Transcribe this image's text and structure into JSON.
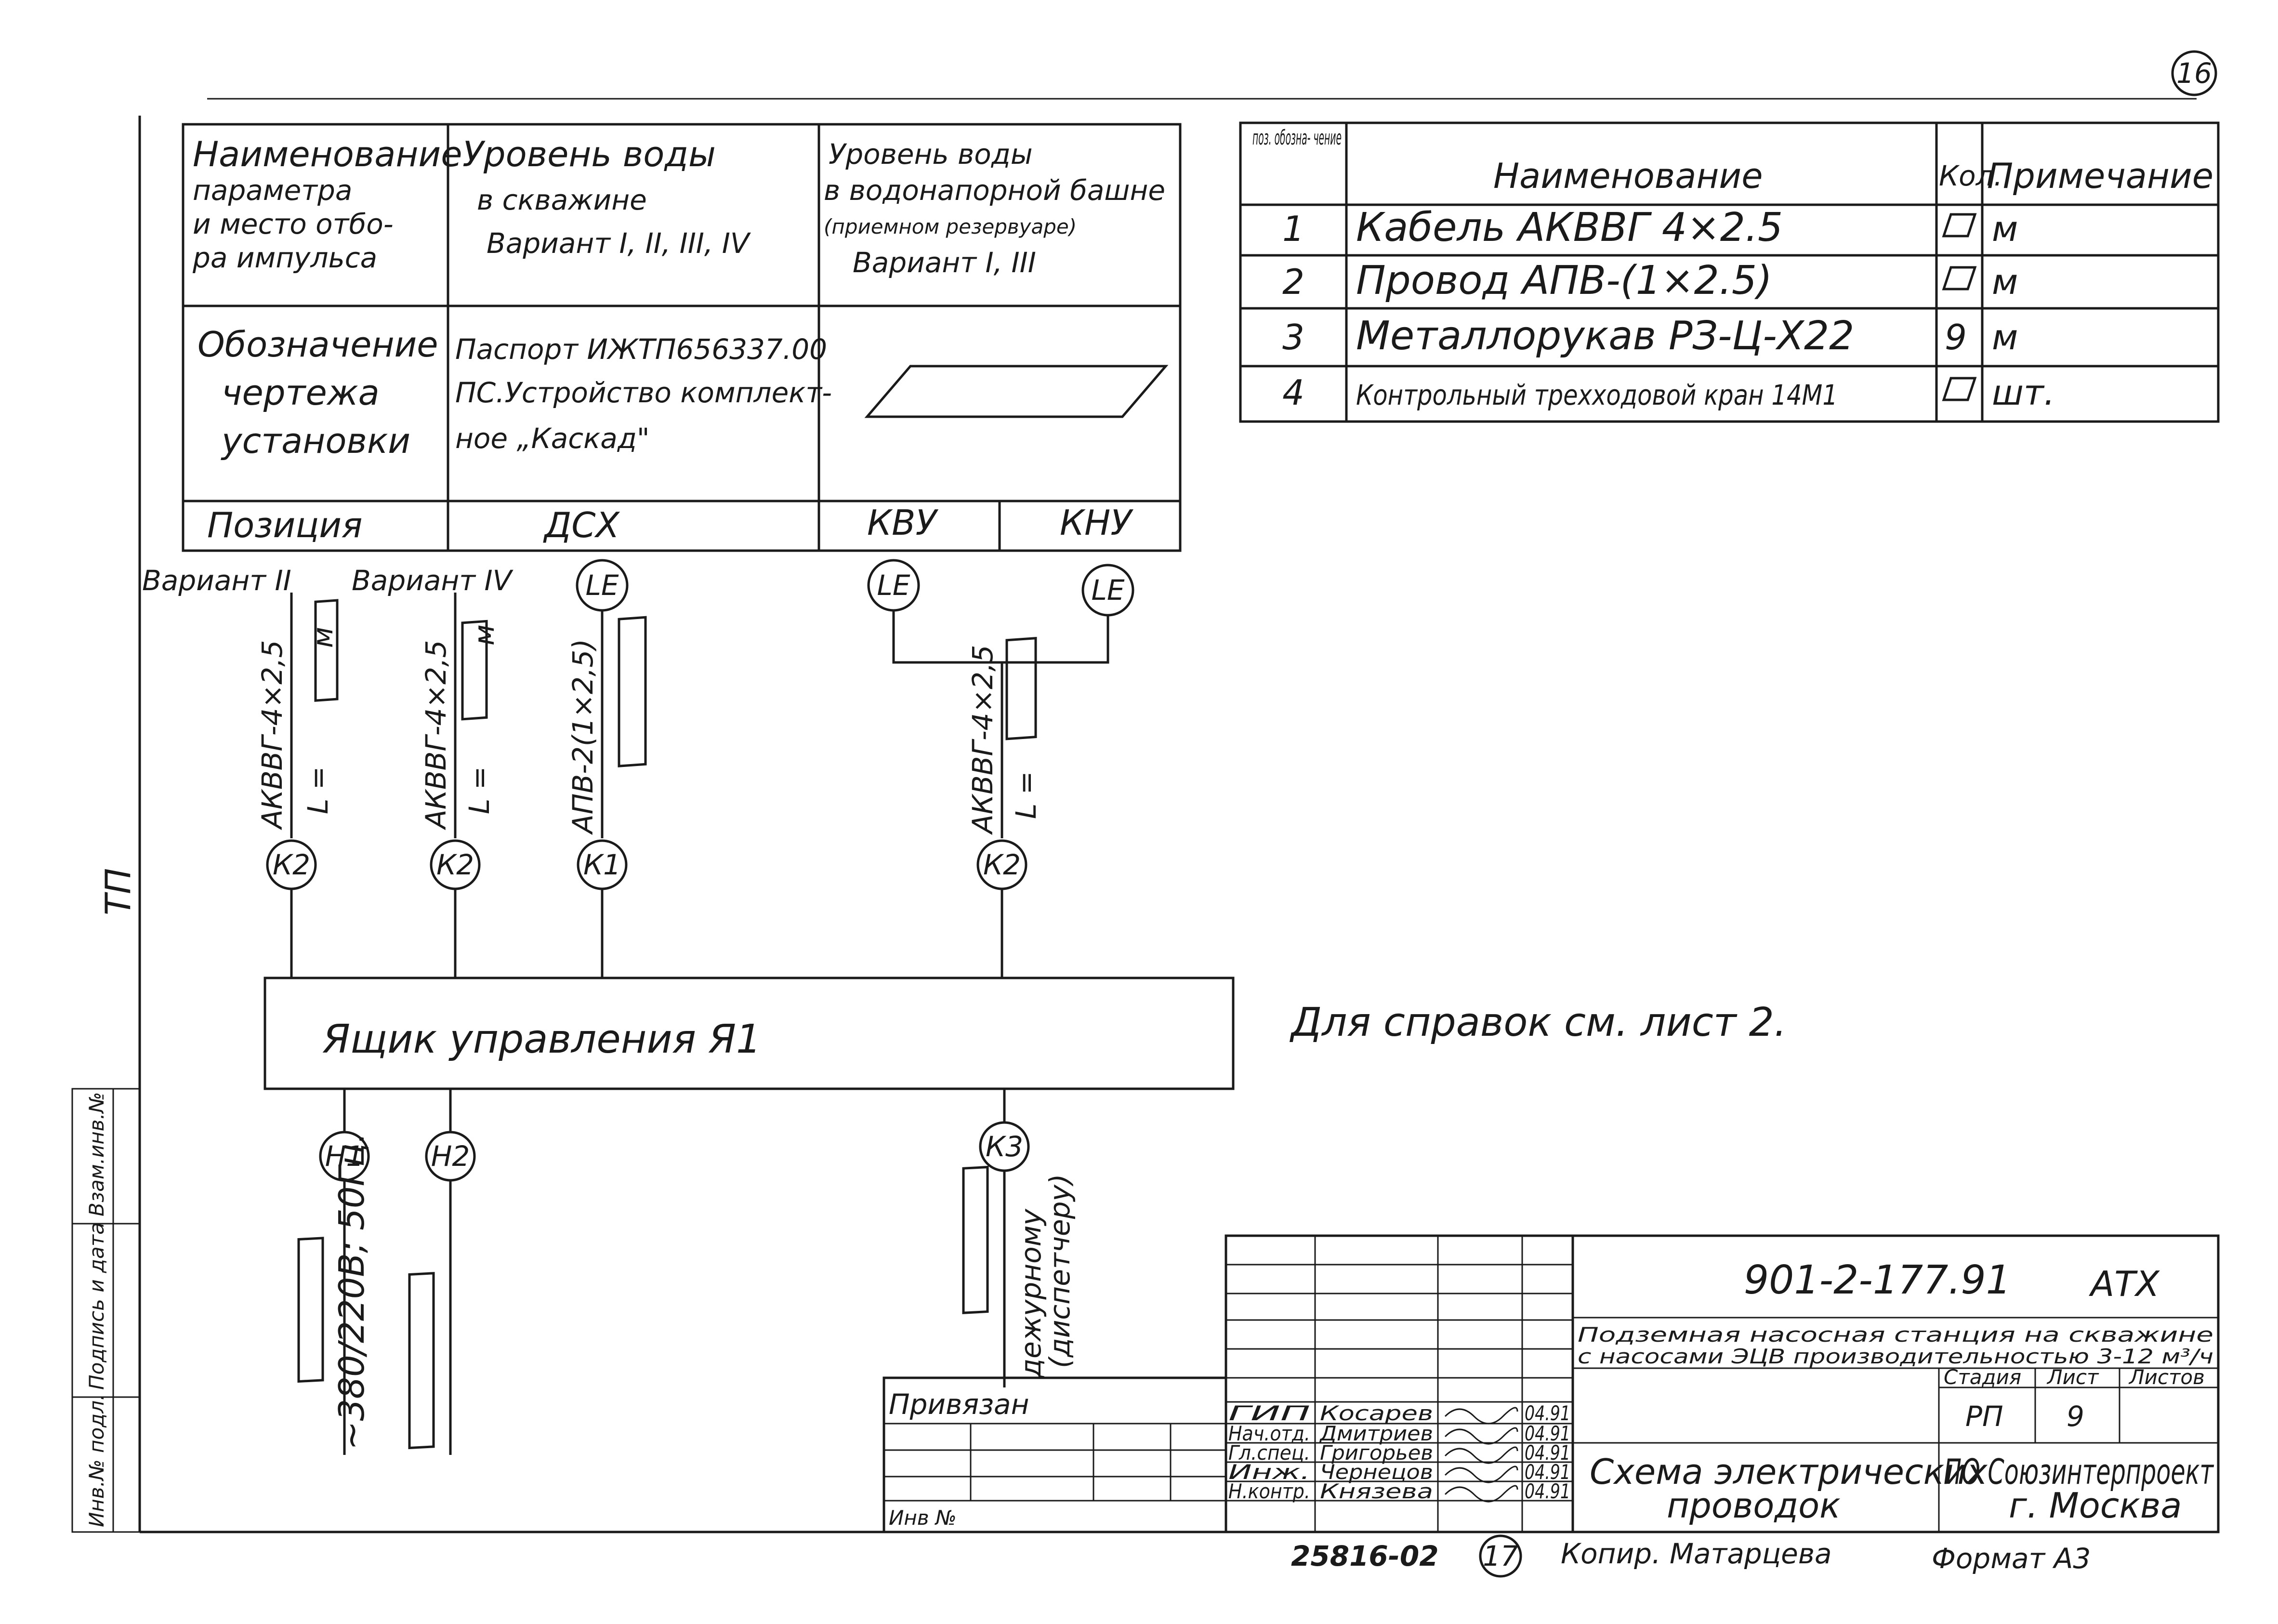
{
  "page_number": "16",
  "sheet_copy_mark": "17",
  "archive_number": "25816-02",
  "copy_note": "Копир. Матарцева",
  "format_note": "Формат А3",
  "side_label": "ТП",
  "side_stamp": [
    "Инв.№ подл.",
    "Подпись и дата",
    "Взам.инв.№"
  ],
  "param_table": {
    "row1_label": [
      "Наименование",
      "параметра",
      "и место отбо-",
      "ра импульса"
    ],
    "row1_col2": [
      "Уровень воды",
      "в скважине",
      "Вариант I, II, III, IV"
    ],
    "row1_col3": [
      "Уровень воды",
      "в водонапорной башне",
      "(приемном резервуаре)",
      "Вариант I, III"
    ],
    "row2_label": [
      "Обозначение",
      "чертежа",
      "установки"
    ],
    "row2_col2": [
      "Паспорт ИЖТП656337.00",
      "ПС.Устройство комплект-",
      "ное „Каскад\""
    ],
    "row3_label": "Позиция",
    "row3_col2": "ДСХ",
    "row3_col3a": "КВУ",
    "row3_col3b": "КНУ"
  },
  "spec_table": {
    "headers": [
      "поз. обозна- чение",
      "Наименование",
      "Кол.",
      "Примечание"
    ],
    "rows": [
      {
        "pos": "1",
        "name": "Кабель АКВВГ 4×2.5",
        "qty": "",
        "note": "м"
      },
      {
        "pos": "2",
        "name": "Провод АПВ-(1×2.5)",
        "qty": "",
        "note": "м"
      },
      {
        "pos": "3",
        "name": "Металлорукав РЗ-Ц-Х22",
        "qty": "9",
        "note": "м"
      },
      {
        "pos": "4",
        "name": "Контрольный трехходовой кран 14М1",
        "qty": "",
        "note": "шт."
      }
    ]
  },
  "diagram": {
    "variant2": "Вариант II",
    "variant4": "Вариант IV",
    "sensor_LE": "LE",
    "cable1": "АКВВГ-4×2,5",
    "cable2": "АКВВГ-4×2,5",
    "cable3": "АПВ-2(1×2,5)",
    "cable4": "АКВВГ-4×2,5",
    "length_mark": "L =",
    "unit_m": "м",
    "K1": "К1",
    "K2": "К2",
    "K3": "К3",
    "H1": "Н1",
    "H2": "Н2",
    "box_label": "Ящик  управления  Я1",
    "power_label": "~380/220В; 50Гц.",
    "dispatcher_label_1": "дежурному",
    "dispatcher_label_2": "(диспетчеру)",
    "reference_note": "Для справок см. лист 2."
  },
  "title_block": {
    "doc_code": "901-2-177.91",
    "doc_suffix": "АТХ",
    "project_line1": "Подземная насосная станция на скважине",
    "project_line2": "с насосами ЭЦВ производительностью 3-12 м³/ч",
    "stage_header": "Стадия",
    "sheet_header": "Лист",
    "sheets_header": "Листов",
    "stage_value": "РП",
    "sheet_value": "9",
    "sheet_title_1": "Схема электрических",
    "sheet_title_2": "проводок",
    "org_1": "ПО Союзинтерпроект",
    "org_2": "г. Москва",
    "privyazan": "Привязан",
    "inv_no": "Инв №",
    "signers": [
      {
        "role": "ГИП",
        "name": "Косарев",
        "date": "04.91"
      },
      {
        "role": "Нач.отд.",
        "name": "Дмитриев",
        "date": "04.91"
      },
      {
        "role": "Гл.спец.",
        "name": "Григорьев",
        "date": "04.91"
      },
      {
        "role": "Инж.",
        "name": "Чернецов",
        "date": "04.91"
      },
      {
        "role": "Н.контр.",
        "name": "Князева",
        "date": "04.91"
      }
    ]
  }
}
